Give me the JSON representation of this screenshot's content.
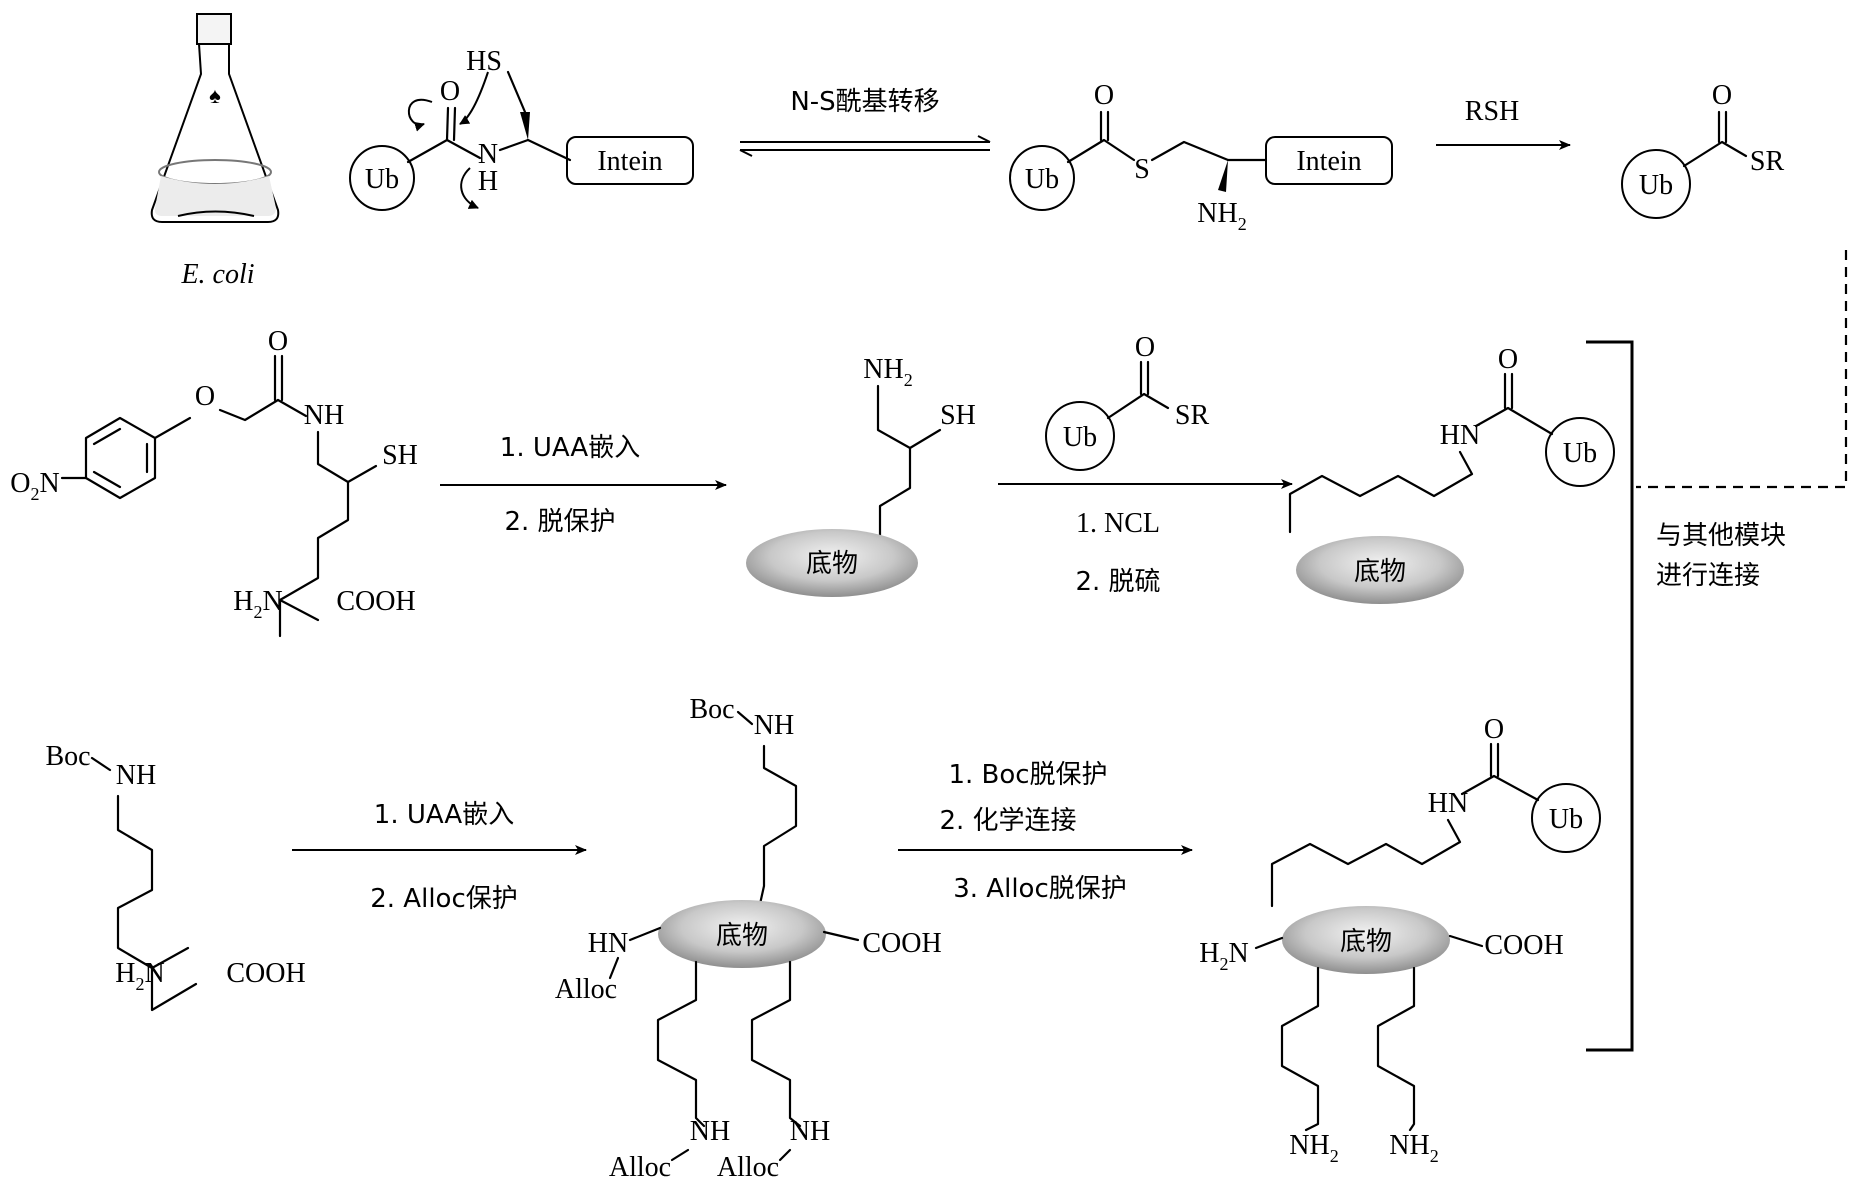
{
  "row1": {
    "ecoli": "E. coli",
    "ub": "Ub",
    "intein": "Intein",
    "sh": "HS",
    "o": "O",
    "n": "N",
    "h": "H",
    "s": "S",
    "nh2": "NH",
    "two": "2",
    "sr": "SR",
    "step1": "N-S酰基转移",
    "step2": "RSH"
  },
  "row2": {
    "o2n": "O",
    "o2n_sub": "2",
    "o2n_n": "N",
    "o": "O",
    "nh": "NH",
    "sh": "SH",
    "h2n": "H",
    "h2n_sub": "2",
    "h2n_n": "N",
    "cooh": "COOH",
    "step1a": "1. UAA嵌入",
    "step1b": "2. 脱保护",
    "nh2": "NH",
    "two": "2",
    "substrate": "底物",
    "ub": "Ub",
    "sr": "SR",
    "step2a": "1. NCL",
    "step2b": "2. 脱硫",
    "hn": "HN"
  },
  "row3": {
    "boc": "Boc",
    "nh": "NH",
    "h2n": "H",
    "h2n_sub": "2",
    "h2n_n": "N",
    "cooh": "COOH",
    "step1a": "1. UAA嵌入",
    "step1b": "2. Alloc保护",
    "hn": "HN",
    "alloc": "Alloc",
    "substrate": "底物",
    "step2a": "1. Boc脱保护",
    "step2b": "2. 化学连接",
    "step2c": "3. Alloc脱保护",
    "ub": "Ub",
    "o": "O",
    "nh2": "NH",
    "two": "2"
  },
  "bracket_note": [
    "与其他模块",
    "进行连接"
  ]
}
